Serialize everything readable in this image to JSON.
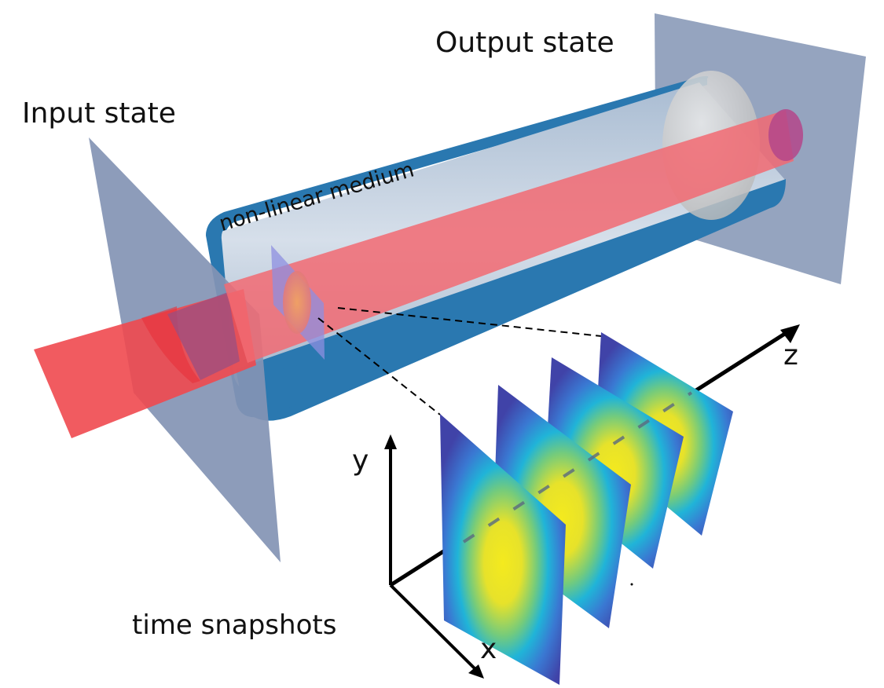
{
  "figure": {
    "labels": {
      "input_state": "Input state",
      "output_state": "Output state",
      "medium": "non-linear medium",
      "time_snapshots": "time snapshots"
    },
    "axes": {
      "x": "x",
      "y": "y",
      "z": "z"
    },
    "snapshots": {
      "count": 4,
      "colormap": [
        "#3b3ea8",
        "#2f7fd8",
        "#1fb8d6",
        "#6cc98a",
        "#f2e62a"
      ]
    },
    "colors": {
      "beam": "#f0494f",
      "cylinder_wall": "#2a78b0",
      "cylinder_interior": "#c5d2e0",
      "plane": "#8394b4",
      "axis": "#000000"
    }
  }
}
